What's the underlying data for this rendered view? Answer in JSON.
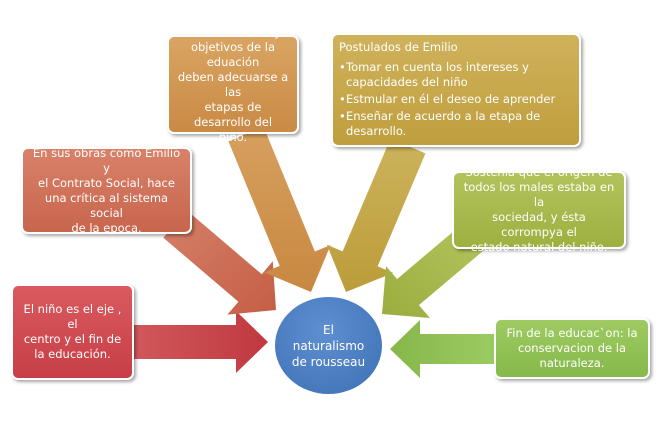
{
  "center": {
    "lines": [
      "El",
      "naturalismo",
      "de rousseau"
    ]
  },
  "boxes": {
    "contenidos": {
      "lines": [
        "Los contenidos y",
        "objetivos de la eduación",
        "deben adecuarse a las",
        "etapas de desarrollo del",
        "niño."
      ]
    },
    "postulados": {
      "title": "Postulados de Emilio",
      "items": [
        "Tomar en cuenta los intereses y capacidades del niño",
        "Estmular en él el deseo de aprender",
        "Enseñar de acuerdo a la etapa de desarrollo."
      ]
    },
    "obras": {
      "lines": [
        "En sus obras como Emilio y",
        "el Contrato Social,  hace",
        "una crítica al sistema social",
        "de la epoca."
      ]
    },
    "nino": {
      "lines": [
        "El niño es el eje , el",
        "centro y el fin de",
        "la educación."
      ]
    },
    "sostenia": {
      "lines": [
        "Sostenía que el origen de",
        "todos los males estaba en la",
        "sociedad, y ésta corrompya el",
        "estado natural del niño."
      ]
    },
    "fin": {
      "lines": [
        "Fin de la educac`on: la",
        "conservacion de la",
        "naturaleza."
      ]
    }
  },
  "colors": {
    "nino": "#c94a50",
    "obras": "#cd6f56",
    "contenidos": "#cf9650",
    "postulados": "#c5a748",
    "sostenia": "#a5b84a",
    "fin": "#8fbd52",
    "center": "#4a7dc0"
  }
}
